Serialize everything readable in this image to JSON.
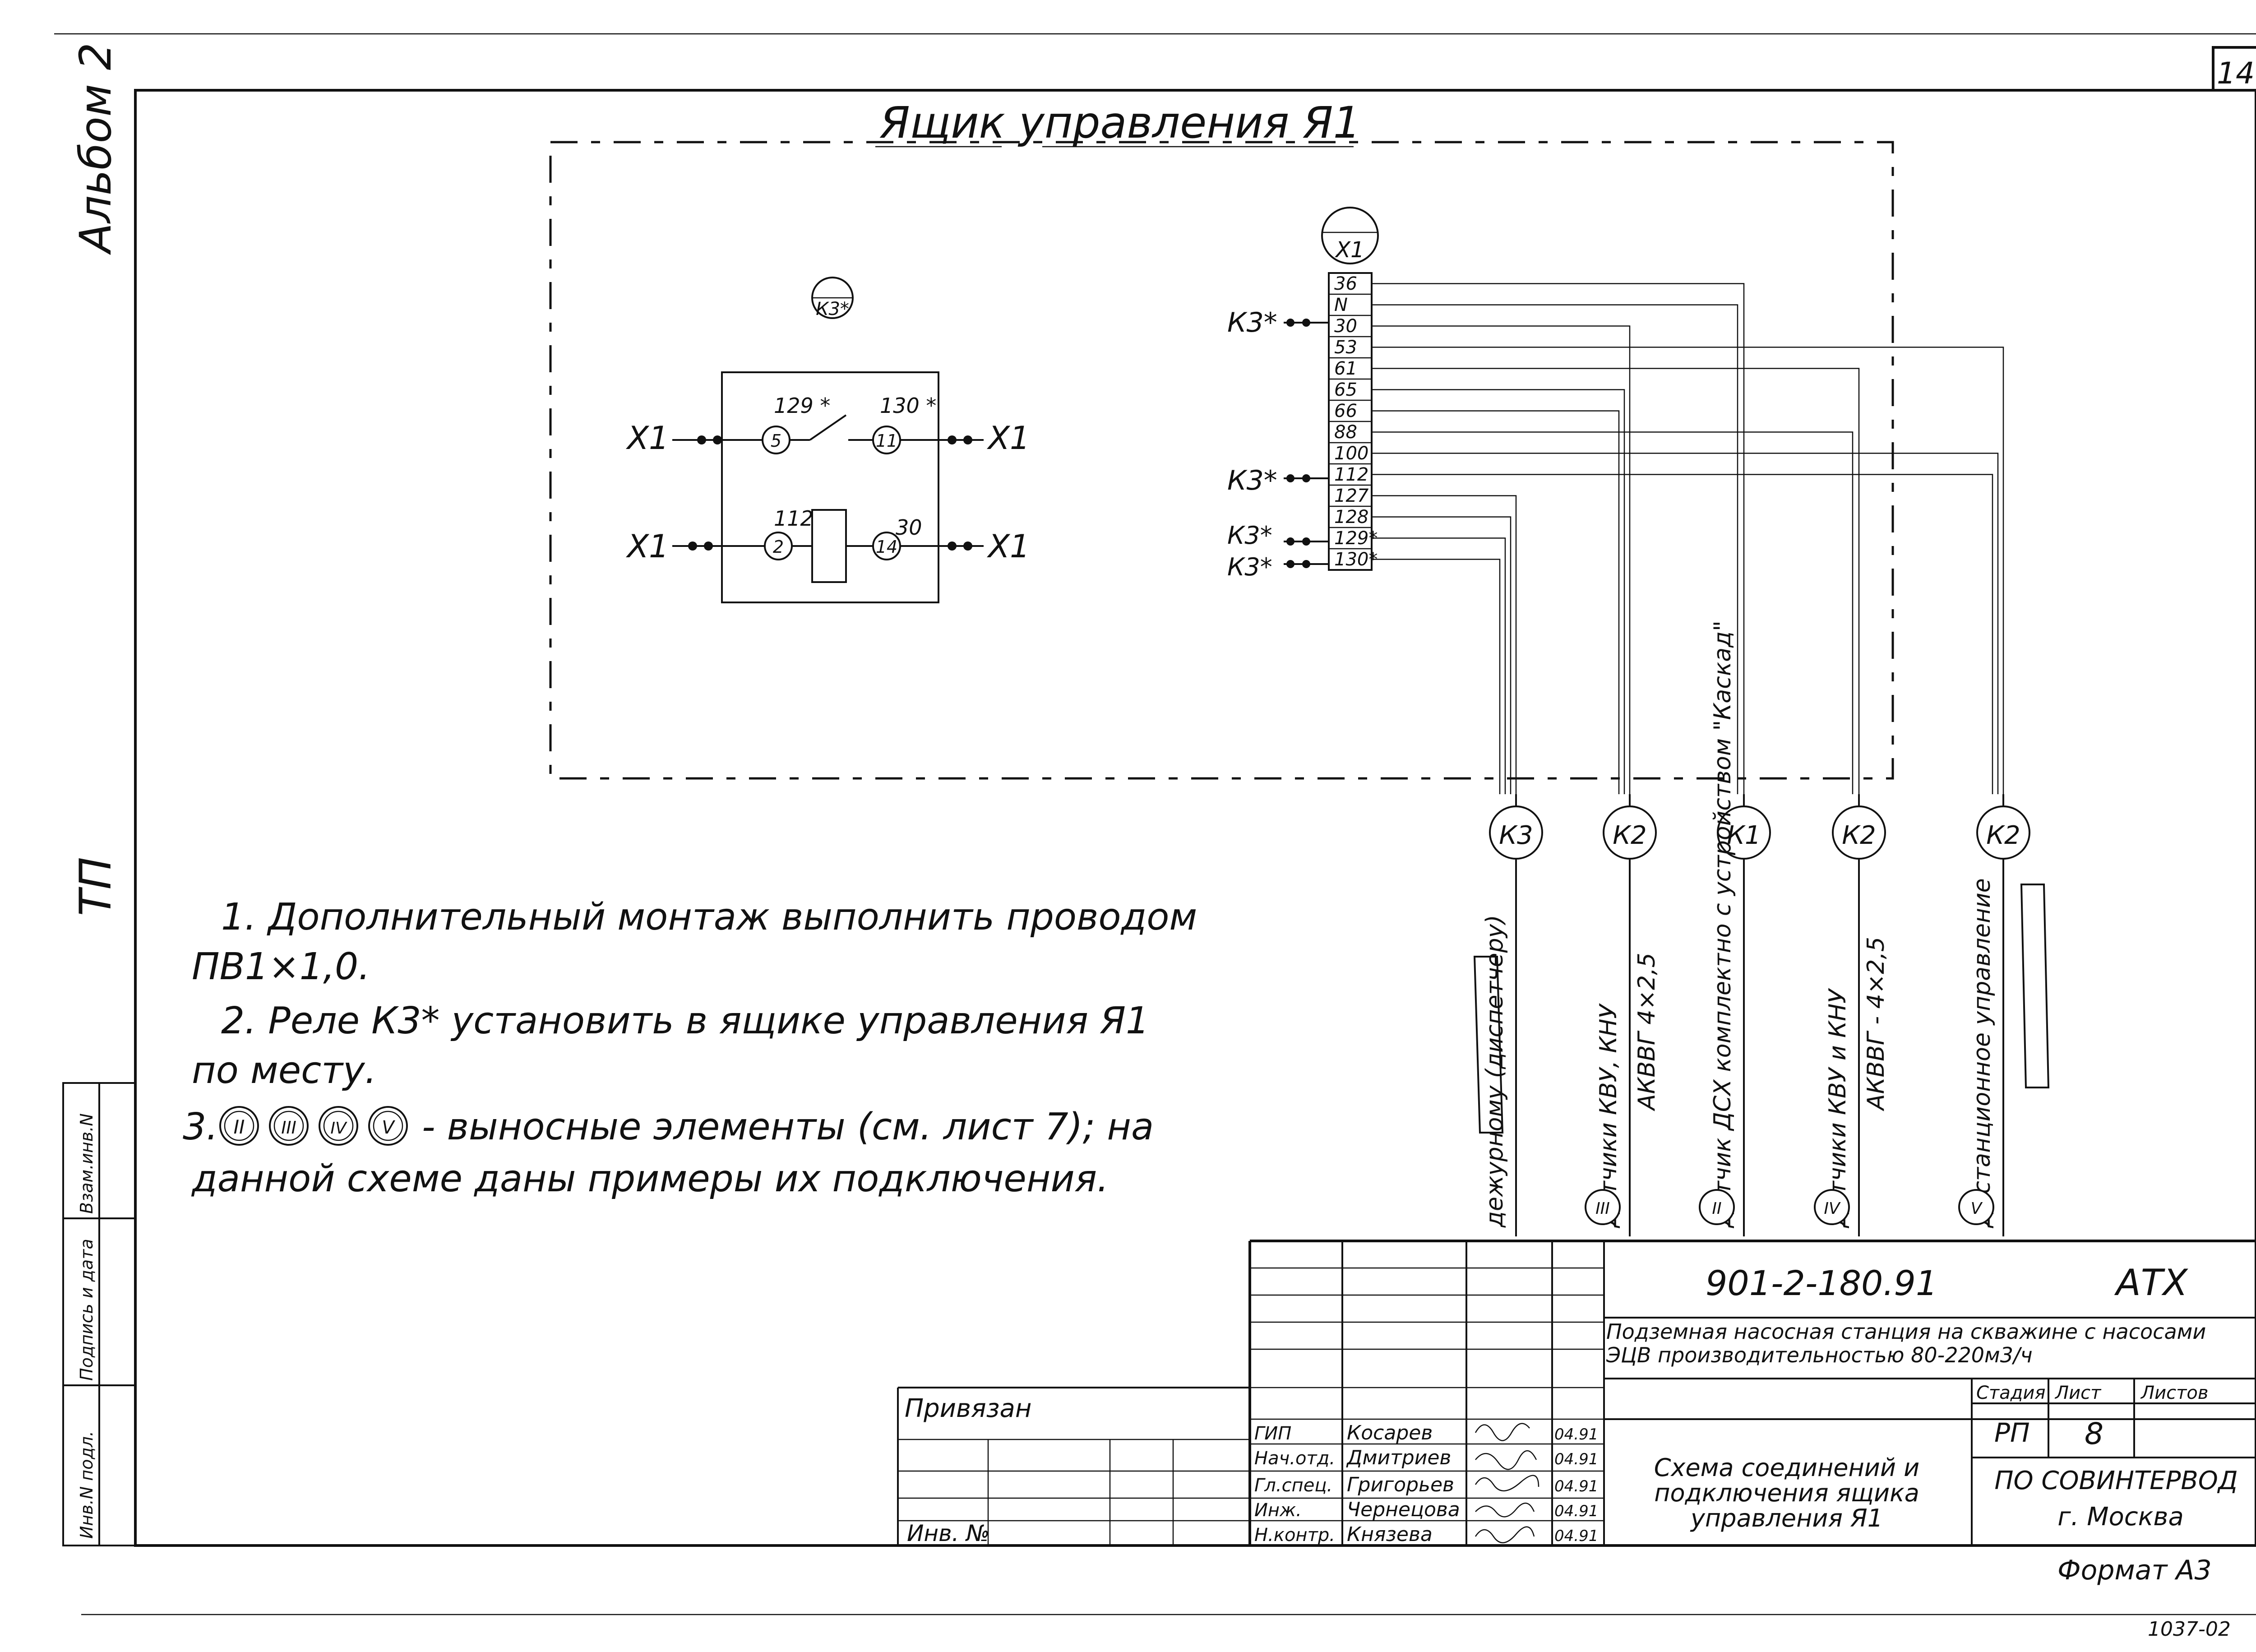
{
  "sheet": {
    "number": "14",
    "album": "Альбом 2",
    "tp": "ТП",
    "box_title": "Ящик управления Я1",
    "relay_tag": "К3*",
    "strip_tag": "X1",
    "relay": {
      "left_term_top": "X1",
      "right_term_top": "X1",
      "left_term_bottom": "X1",
      "right_term_bottom": "X1",
      "wire_129": "129 *",
      "wire_130": "130 *",
      "wire_112": "112",
      "wire_30": "30",
      "pin_5": "5",
      "pin_11": "11",
      "pin_2": "2",
      "pin_14": "14"
    },
    "terminals": [
      "36",
      "N",
      "30",
      "53",
      "61",
      "65",
      "66",
      "88",
      "100",
      "112",
      "127",
      "128",
      "129*",
      "130*"
    ],
    "strip_side_labels": [
      "К3*",
      "К3*",
      "К3*",
      "К3*"
    ],
    "cables": [
      {
        "tag": "К3",
        "desc": "дежурному (диспетчеру)",
        "element": "",
        "cable": ""
      },
      {
        "tag": "К2",
        "desc": "Датчики КВУ, КНУ",
        "element": "III",
        "cable": "АКВВГ 4×2,5"
      },
      {
        "tag": "К1",
        "desc": "Датчик ДСХ комплектно с устройством \"Каскад\"",
        "element": "II",
        "cable": ""
      },
      {
        "tag": "К2",
        "desc": "Датчики КВУ и КНУ",
        "element": "IV",
        "cable": "АКВВГ - 4×2,5"
      },
      {
        "tag": "К2",
        "desc": "Дистанционное управление",
        "element": "V",
        "cable": ""
      }
    ],
    "notes": [
      "1. Дополнительный монтаж выполнить проводом",
      "ПВ1×1,0.",
      "2. Реле К3* установить в ящике управления Я1",
      "по месту.",
      "3.",
      "- выносные элементы (см. лист 7); на",
      "данной схеме даны примеры их подключения."
    ],
    "note_elements": [
      "II",
      "III",
      "IV",
      "V"
    ],
    "left_stamp": [
      "Взам.инв.N",
      "Подпись и дата",
      "Инв.N подл."
    ]
  },
  "title_block": {
    "doc_code": "901-2-180.91",
    "mark": "АТХ",
    "project": "Подземная насосная станция на скважине с насосами ЭЦВ производительностью 80-220м3/ч",
    "stage_hdr": "Стадия",
    "sheet_hdr": "Лист",
    "sheets_hdr": "Листов",
    "stage": "РП",
    "sheet_no": "8",
    "sheet_title": "Схема соединений и подключения ящика управления Я1",
    "org": "ПО СОВИНТЕРВОД",
    "city": "г. Москва",
    "format": "Формат А3",
    "tied": "Привязан",
    "inv_label": "Инв. №",
    "roles": [
      {
        "role": "ГИП",
        "name": "Косарев",
        "date": "04.91"
      },
      {
        "role": "Нач.отд.",
        "name": "Дмитриев",
        "date": "04.91"
      },
      {
        "role": "Гл.спец.",
        "name": "Григорьев",
        "date": "04.91"
      },
      {
        "role": "Инж.",
        "name": "Чернецова",
        "date": "04.91"
      },
      {
        "role": "Н.контр.",
        "name": "Князева",
        "date": "04.91"
      }
    ],
    "footer_code": "1037-02"
  },
  "colors": {
    "ink": "#111111",
    "paper": "#ffffff"
  }
}
